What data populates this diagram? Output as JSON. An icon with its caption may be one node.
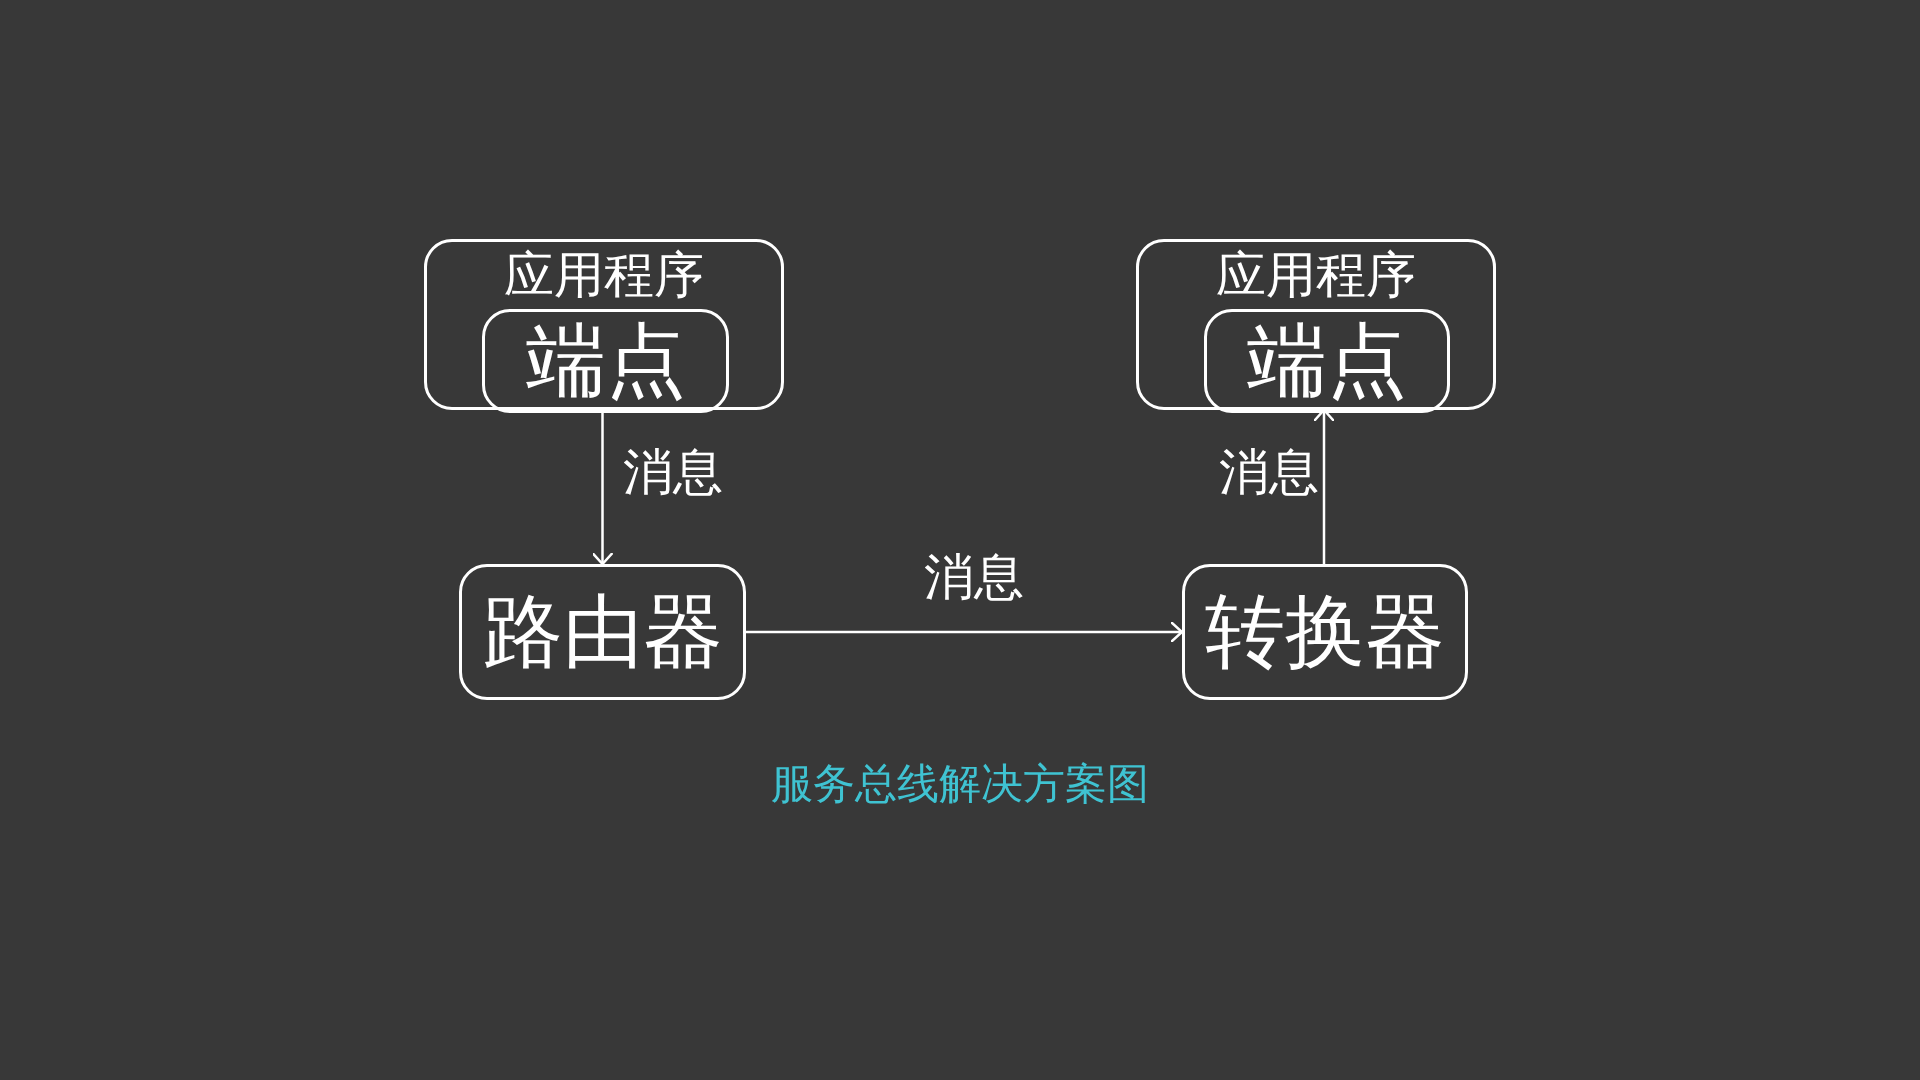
{
  "diagram": {
    "caption": "服务总线解决方案图",
    "nodes": [
      {
        "text": [
          "应用程序"
        ]
      },
      {
        "text": [
          "端点"
        ],
        "in": 0
      },
      {
        "text": [
          "应用程序"
        ]
      },
      {
        "text": [
          "端点"
        ],
        "in": 2
      },
      {
        "text": [
          "路由器"
        ]
      },
      {
        "text": [
          "转换器"
        ]
      }
    ],
    "edges": [
      {
        "from": 1,
        "to": 4,
        "arrow": "to",
        "label": "消息"
      },
      {
        "from": 4,
        "to": 5,
        "arrow": "to",
        "label": "消息"
      },
      {
        "from": 5,
        "to": 3,
        "arrow": "to",
        "label": "消息"
      }
    ]
  }
}
